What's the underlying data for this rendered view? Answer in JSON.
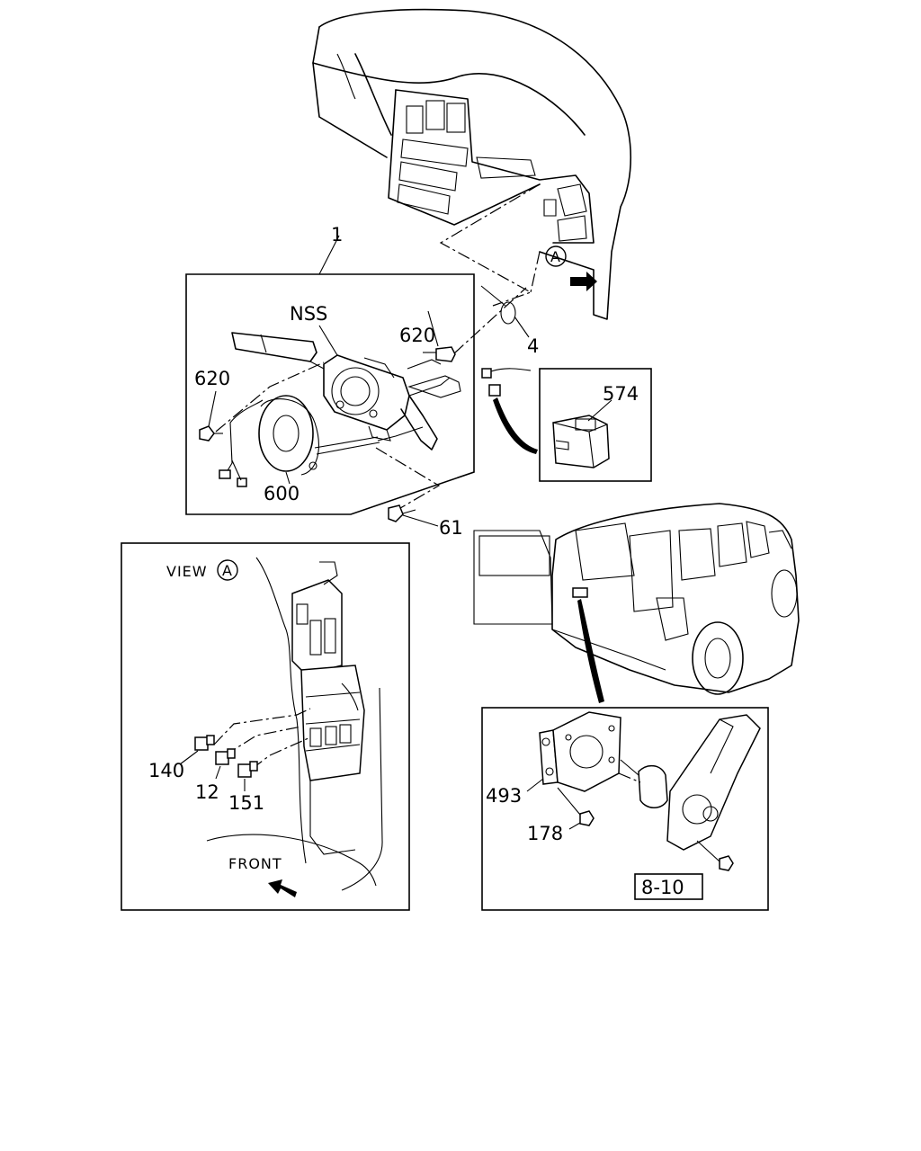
{
  "diagram": {
    "callouts": {
      "main_assembly": "1",
      "nss": "NSS",
      "screw_620_right": "620",
      "screw_620_left": "620",
      "tie_4": "4",
      "relay_574": "574",
      "coil_600": "600",
      "bolt_61": "61",
      "relay_140": "140",
      "relay_12": "12",
      "relay_151": "151",
      "bracket_493": "493",
      "screw_178": "178",
      "ref_8_10": "8-10"
    },
    "view_marker": "A",
    "view_label": "VIEW",
    "front_label": "FRONT"
  }
}
